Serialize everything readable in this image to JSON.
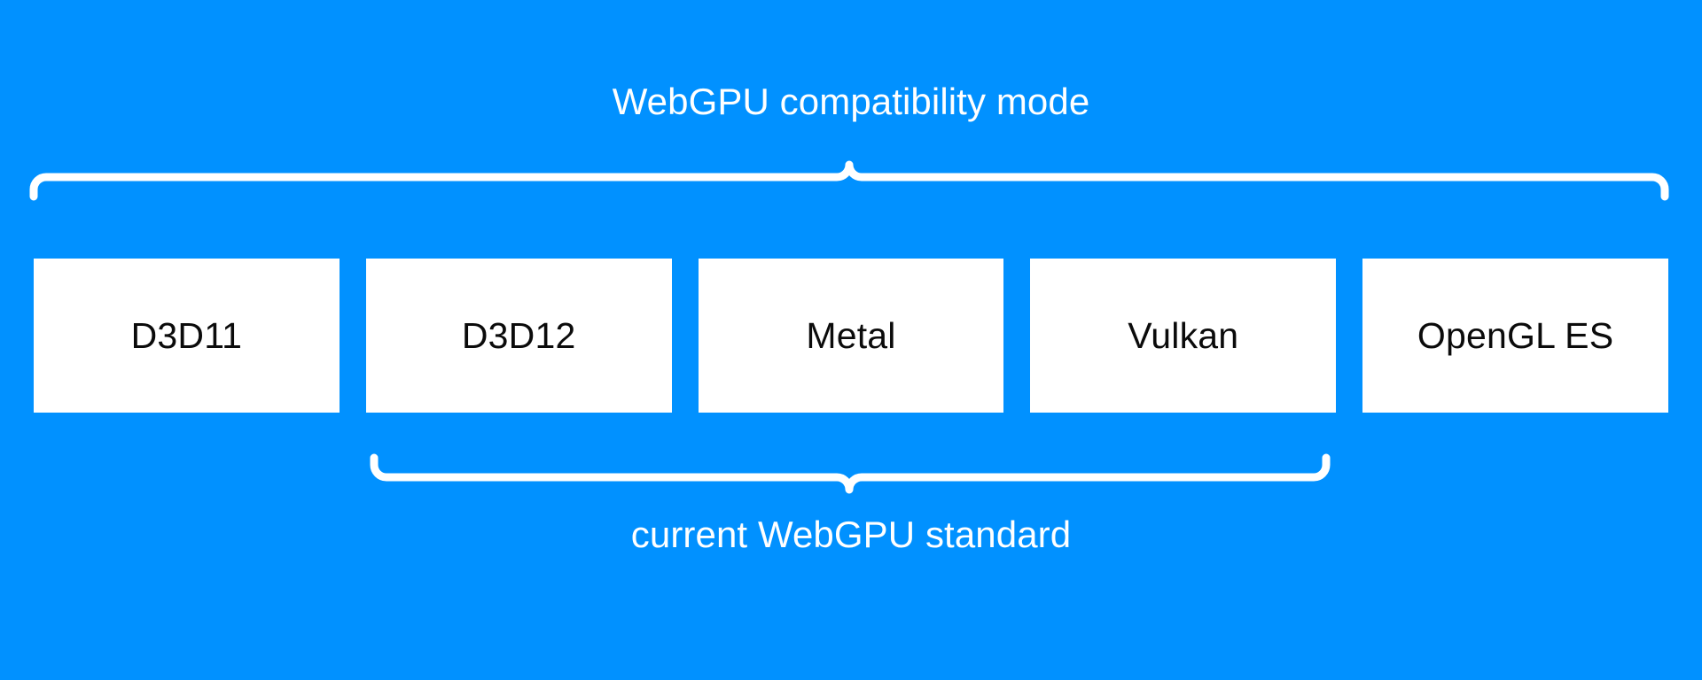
{
  "diagram": {
    "title": "WebGPU compatibility mode",
    "background_color": "#0191ff",
    "box_fill_color": "#ffffff",
    "brace_color": "#ffffff",
    "label_color": "#ffffff",
    "box_text_color": "#0b0b0b"
  },
  "top_brace": {
    "label": "WebGPU compatibility mode",
    "covers": [
      "D3D11",
      "D3D12",
      "Metal",
      "Vulkan",
      "OpenGL ES"
    ],
    "direction": "up"
  },
  "bottom_brace": {
    "label": "current WebGPU standard",
    "covers": [
      "D3D12",
      "Metal",
      "Vulkan"
    ],
    "direction": "down"
  },
  "backends": [
    {
      "name": "D3D11"
    },
    {
      "name": "D3D12"
    },
    {
      "name": "Metal"
    },
    {
      "name": "Vulkan"
    },
    {
      "name": "OpenGL ES"
    }
  ]
}
